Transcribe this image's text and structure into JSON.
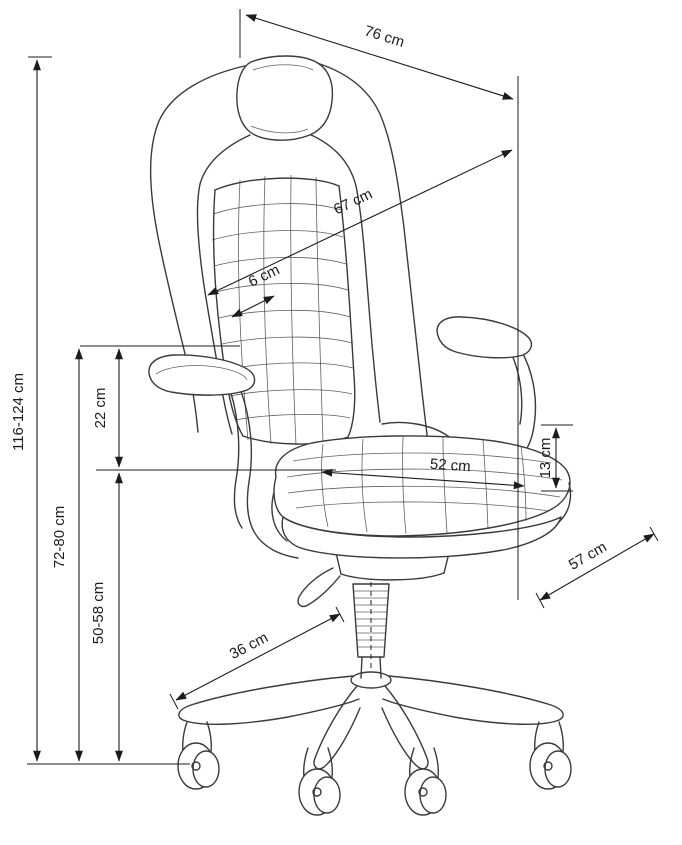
{
  "colors": {
    "line-color": "#3a3a3a",
    "dim-color": "#1c1c1c",
    "background": "#ffffff"
  },
  "dimensions": {
    "total_depth": "76 cm",
    "backrest_height": "67 cm",
    "headrest_thickness": "6 cm",
    "total_height": "116-124 cm",
    "armrest_above_seat": "22 cm",
    "armrest_height": "72-80 cm",
    "seat_height": "50-58 cm",
    "seat_width": "52 cm",
    "seat_cushion_thickness": "13 cm",
    "seat_depth": "57 cm",
    "base_leg_reach": "36 cm"
  }
}
